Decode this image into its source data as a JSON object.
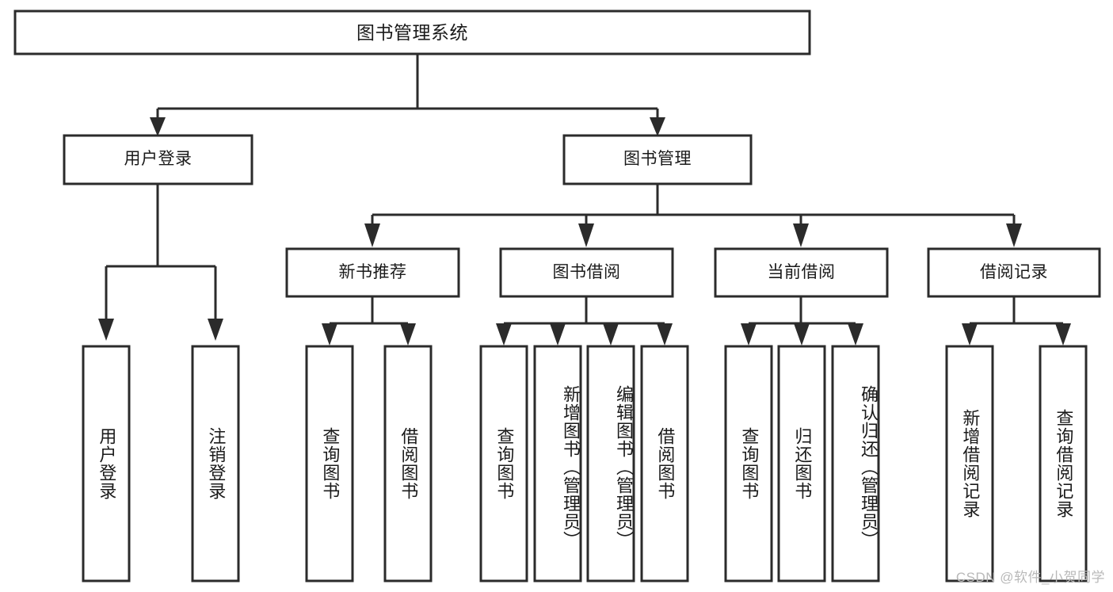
{
  "diagram": {
    "title": "图书管理系统",
    "type": "tree-hierarchy",
    "watermark": "CSDN @软件_小贺同学",
    "colors": {
      "background": "#ffffff",
      "box_stroke": "#2b2b2b",
      "box_fill": "#ffffff",
      "text": "#1a1a1a",
      "watermark": "#b9b9b9"
    },
    "levels": {
      "root": {
        "label": "图书管理系统"
      },
      "level2": [
        {
          "id": "user-login",
          "label": "用户登录"
        },
        {
          "id": "book-management",
          "label": "图书管理"
        }
      ],
      "level3": [
        {
          "id": "new-book-recommend",
          "label": "新书推荐"
        },
        {
          "id": "book-borrow",
          "label": "图书借阅"
        },
        {
          "id": "current-borrow",
          "label": "当前借阅"
        },
        {
          "id": "borrow-record",
          "label": "借阅记录"
        }
      ],
      "leaves": {
        "user_login": [
          {
            "id": "leaf-user-login",
            "label": "用户登录"
          },
          {
            "id": "leaf-logout-login",
            "label": "注销登录"
          }
        ],
        "new_book_recommend": [
          {
            "id": "leaf-query-book-1",
            "label": "查询图书"
          },
          {
            "id": "leaf-borrow-book-1",
            "label": "借阅图书"
          }
        ],
        "book_borrow": [
          {
            "id": "leaf-query-book-2",
            "label": "查询图书"
          },
          {
            "id": "leaf-add-book",
            "label": "新增图书（管理员）"
          },
          {
            "id": "leaf-edit-book",
            "label": "编辑图书（管理员）"
          },
          {
            "id": "leaf-borrow-book-2",
            "label": "借阅图书"
          }
        ],
        "current_borrow": [
          {
            "id": "leaf-query-book-3",
            "label": "查询图书"
          },
          {
            "id": "leaf-return-book",
            "label": "归还图书"
          },
          {
            "id": "leaf-confirm-return",
            "label": "确认归还（管理员）"
          }
        ],
        "borrow_record": [
          {
            "id": "leaf-add-record",
            "label": "新增借阅记录"
          },
          {
            "id": "leaf-query-record",
            "label": "查询借阅记录"
          }
        ]
      }
    }
  }
}
